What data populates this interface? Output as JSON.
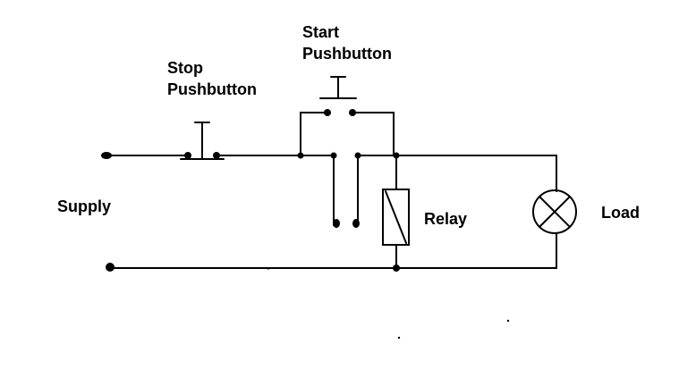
{
  "diagram": {
    "labels": {
      "stop": [
        "Stop",
        "Pushbutton"
      ],
      "start": [
        "Start",
        "Pushbutton"
      ],
      "supply": "Supply",
      "relay": "Relay",
      "load": "Load"
    },
    "colors": {
      "line": "#000000",
      "background": "#ffffff"
    },
    "components": {
      "stop_pushbutton": "normally-closed",
      "start_pushbutton": "normally-open",
      "relay_contact": "normally-open",
      "relay_coil": "rectangle-with-diagonal",
      "load": "lamp-circle-with-x"
    }
  }
}
